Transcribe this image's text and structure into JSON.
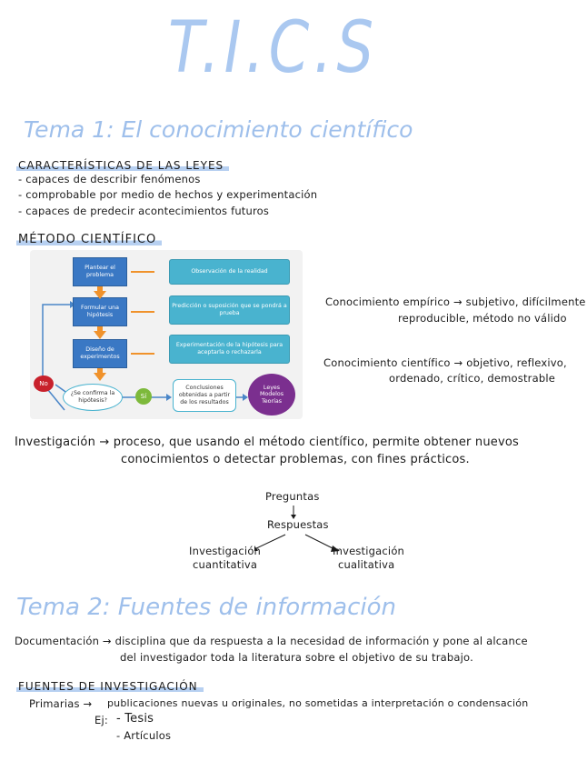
{
  "title": "T.I.C.S",
  "tema1": {
    "title": "Tema 1: El conocimiento científico",
    "caracteristicas": {
      "heading": "CARACTERÍSTICAS DE LAS LEYES",
      "items": [
        "- capaces de describir fenómenos",
        "- comprobable por medio de hechos y experimentación",
        "- capaces de predecir acontecimientos futuros"
      ]
    },
    "metodo": {
      "heading": "MÉTODO CIENTÍFICO",
      "diagram": {
        "plantear": "Plantear el problema",
        "formular": "Formular una hipótesis",
        "diseno": "Diseño de experimentos",
        "observacion": "Observación de la realidad",
        "prediccion": "Predicción o suposición que se pondrá a prueba",
        "experimentacion": "Experimentación de la hipótesis para aceptarla o rechazarla",
        "confirma": "¿Se confirma la hipótesis?",
        "no": "No",
        "si": "Sí",
        "conclusiones": "Conclusiones obtenidas a partir de los resultados",
        "leyes": "Leyes Modelos Teorías"
      }
    },
    "conocimiento_empirico": {
      "line1": "Conocimiento empírico → subjetivo, difícilmente",
      "line2": "reproducible, método no válido"
    },
    "conocimiento_cientifico": {
      "line1": "Conocimiento científico → objetivo, reflexivo,",
      "line2": "ordenado, crítico, demostrable"
    },
    "investigacion": {
      "line1": "Investigación → proceso, que usando el método científico, permite obtener nuevos",
      "line2": "conocimientos o detectar problemas, con fines prácticos."
    },
    "flow": {
      "preguntas": "Preguntas",
      "respuestas": "Respuestas",
      "cuantitativa_1": "Investigación",
      "cuantitativa_2": "cuantitativa",
      "cualitativa_1": "Investigación",
      "cualitativa_2": "cualitativa"
    }
  },
  "tema2": {
    "title": "Tema 2: Fuentes de información",
    "documentacion": {
      "line1": "Documentación → disciplina que da respuesta a la necesidad de información y pone al alcance",
      "line2": "del investigador toda la literatura sobre el objetivo de su trabajo."
    },
    "fuentes": {
      "heading": "FUENTES DE INVESTIGACIÓN",
      "primarias_label": "Primarias →",
      "primarias_text": "publicaciones nuevas u originales, no sometidas a interpretación o condensación",
      "ej": "Ej:",
      "items": [
        "- Tesis",
        "- Artículos"
      ]
    }
  }
}
